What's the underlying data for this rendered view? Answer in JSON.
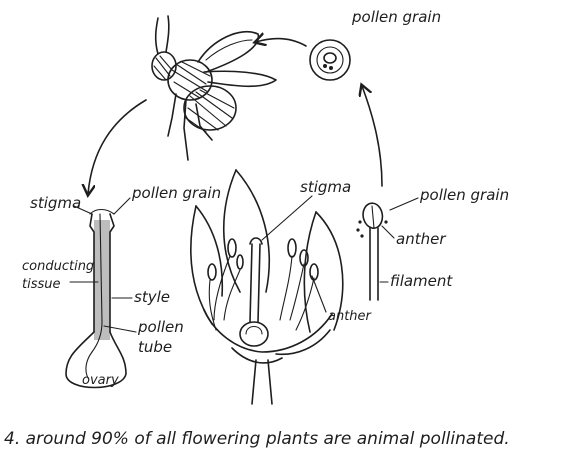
{
  "labels": {
    "pollen_grain_top": "pollen grain",
    "stigma_left": "stigma",
    "pollen_grain_left": "pollen grain",
    "conducting_tissue": "conducting tissue",
    "style": "style",
    "pollen_tube": "pollen tube",
    "ovary": "ovary",
    "stigma_center": "stigma",
    "anther_center": "anther",
    "pollen_grain_right": "pollen grain",
    "anther_right": "anther",
    "filament": "filament"
  },
  "caption": "4. around  90% of all flowering plants are animal pollinated.",
  "colors": {
    "ink": "#1e1e1e",
    "background": "#ffffff"
  }
}
